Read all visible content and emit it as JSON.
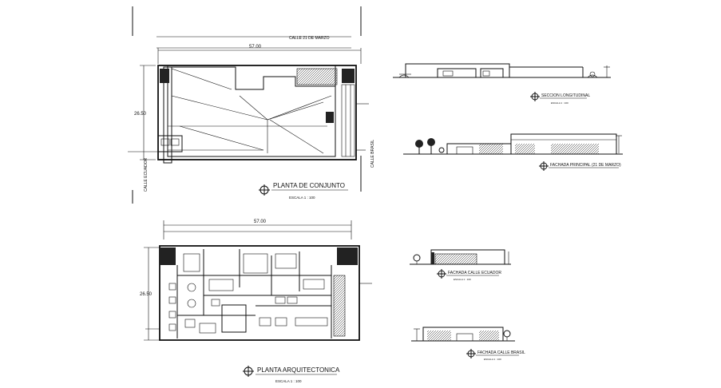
{
  "site_plan": {
    "street_top": "CALLE 21 DE MARZO",
    "width_dim": "57.00",
    "depth_dim": "26.50",
    "street_left": "CALLE ECUADOR",
    "street_right": "CALLE BRASIL",
    "title": "PLANTA DE CONJUNTO",
    "scale": "ESCALA 1 : 100"
  },
  "floor_plan": {
    "width_dim": "57.00",
    "depth_dim": "26.50",
    "title": "PLANTA ARQUITECTONICA",
    "scale": "ESCALA 1 : 100"
  },
  "drawings": {
    "section_title": "SECCION LONGITUDINAL",
    "section_scale": "ESCALA 1 : 100",
    "facade_main_title": "FACHADA PRINCIPAL (21 DE MARZO)",
    "facade_ecuador_title": "FACHADA CALLE ECUADOR",
    "facade_ecuador_scale": "ESCALA 1 : 100",
    "facade_brasil_title": "FACHADA CALLE BRASIL",
    "facade_brasil_scale": "ESCALA 1 : 100"
  }
}
